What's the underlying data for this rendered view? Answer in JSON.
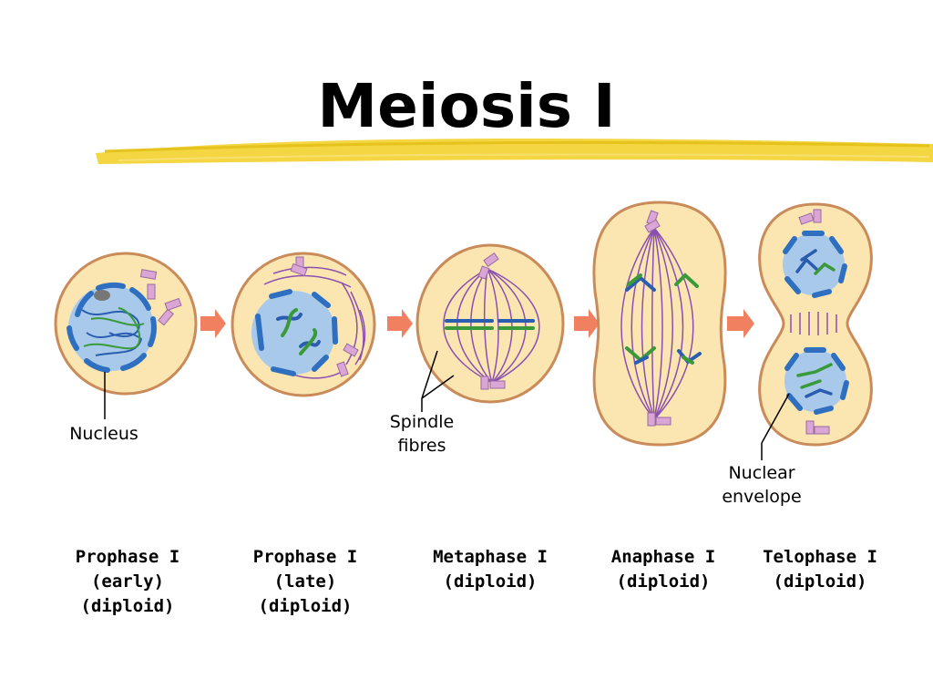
{
  "title": "Meiosis I",
  "labels": {
    "nucleus": "Nucleus",
    "spindle_line1": "Spindle",
    "spindle_line2": "fibres",
    "nuclear_line1": "Nuclear",
    "nuclear_line2": "envelope"
  },
  "stages": [
    {
      "name": "Prophase I",
      "detail1": "(early)",
      "detail2": "(diploid)"
    },
    {
      "name": "Prophase I",
      "detail1": "(late)",
      "detail2": "(diploid)"
    },
    {
      "name": "Metaphase I",
      "detail1": "(diploid)",
      "detail2": ""
    },
    {
      "name": "Anaphase I",
      "detail1": "(diploid)",
      "detail2": ""
    },
    {
      "name": "Telophase I",
      "detail1": "(diploid)",
      "detail2": ""
    }
  ],
  "colors": {
    "cell_fill": "#fbe6b2",
    "cell_border": "#c98b5a",
    "nucleus_fill": "#a9c9ea",
    "envelope": "#2f6fc0",
    "chromosome_blue": "#3f7fd6",
    "chromosome_green": "#3a9a3a",
    "spindle": "#8a4fb0",
    "centriole": "#d9a6d6",
    "arrow": "#f08060",
    "highlighter": "#f2d22e"
  }
}
